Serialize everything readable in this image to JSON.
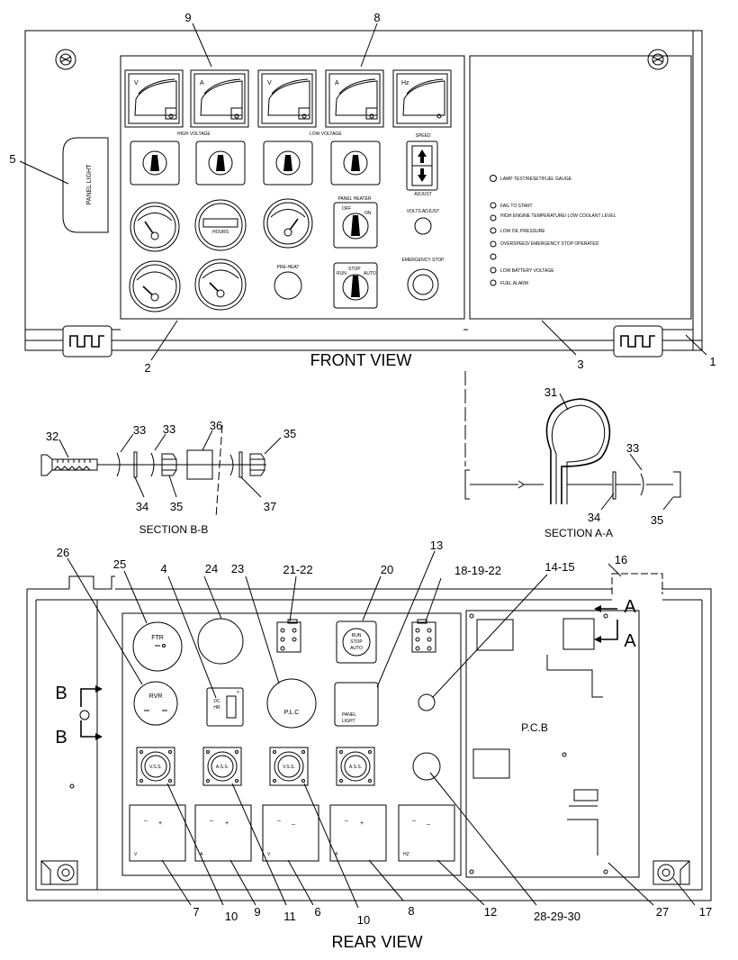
{
  "views": {
    "front": "FRONT VIEW",
    "rear": "REAR VIEW",
    "section_bb": "SECTION B-B",
    "section_aa": "SECTION A-A"
  },
  "front_panel": {
    "meter_letters": [
      "V",
      "A",
      "V",
      "A",
      "Hz"
    ],
    "label_hv": "HIGH VOLTAGE",
    "label_lv": "LOW VOLTAGE",
    "hour_meter": "HOURS",
    "panel_light": "PANEL LIGHT",
    "heater_label": "PANEL HEATER",
    "speed_label": "SPEED",
    "speed_sub": "ADJUST",
    "volts_adjust": "VOLTS ADJUST",
    "emergency_stop": "EMERGENCY STOP",
    "preheat": "PRE-HEAT",
    "switch_positions": [
      "OFF",
      "ON"
    ],
    "run_stop": [
      "RUN",
      "STOP",
      "AUTO"
    ],
    "indicator_labels": [
      "LAMP TEST/RESET/FUEL GAUGE",
      "FAIL TO START",
      "HIGH ENGINE TEMPERATURE/ LOW COOLANT LEVEL",
      "LOW OIL PRESSURE",
      "OVERSPEED/ EMERGENCY STOP OPERATED",
      "",
      "LOW BATTERY VOLTAGE",
      "FUEL ALARM"
    ]
  },
  "rear_panel": {
    "ftr": "FTR",
    "rvr": "RVR",
    "dc_hr": [
      "DC",
      "HR"
    ],
    "plc": "P.L.C",
    "run_stop_auto": [
      "RUN",
      "STOP",
      "AUTO"
    ],
    "panel_light": [
      "PANEL",
      "LIGHT"
    ],
    "vss": "V.S.S.",
    "ass": "A.S.S.",
    "pcb": "P.C.B",
    "meter_letters": [
      "V",
      "A",
      "V",
      "A",
      "HZ"
    ],
    "section_marks": {
      "b": "B",
      "a": "A"
    }
  },
  "callouts": {
    "front": [
      "9",
      "8",
      "5",
      "2",
      "3",
      "1"
    ],
    "section_bb": [
      "32",
      "33",
      "33",
      "36",
      "35",
      "34",
      "35",
      "37"
    ],
    "section_aa": [
      "31",
      "33",
      "34",
      "35"
    ],
    "rear_top": [
      "26",
      "25",
      "4",
      "24",
      "23",
      "21-22",
      "20",
      "13",
      "18-19-22",
      "14-15",
      "16"
    ],
    "rear_bottom": [
      "7",
      "10",
      "9",
      "11",
      "6",
      "10",
      "8",
      "12",
      "28-29-30",
      "27",
      "17"
    ]
  }
}
